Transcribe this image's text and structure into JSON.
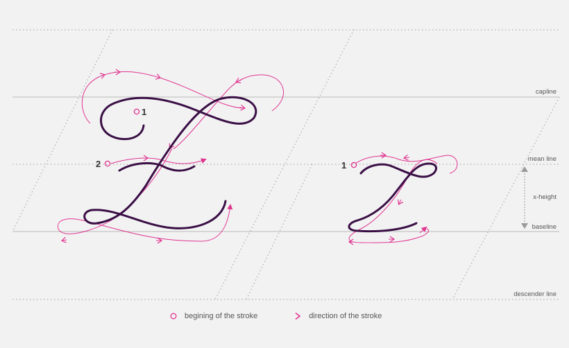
{
  "guides": {
    "capline": "capline",
    "mean_line": "mean line",
    "x_height": "x-height",
    "baseline": "baseline",
    "descender_line": "descender line"
  },
  "letters": {
    "uppercase": {
      "stroke_numbers": [
        "1",
        "2"
      ]
    },
    "lowercase": {
      "stroke_numbers": [
        "1"
      ]
    }
  },
  "legend": {
    "start_marker": "begining of the stroke",
    "direction_marker": "direction of the stroke"
  },
  "colors": {
    "background": "#f2f2f3",
    "letter_stroke": "#3a0f45",
    "guide_arrow": "#e0348f",
    "guide_line": "#b0b0b0",
    "x_height_arrow": "#9a9a9a"
  },
  "icons": {
    "start_marker": "open-circle-icon",
    "direction_marker": "chevron-right-icon"
  }
}
